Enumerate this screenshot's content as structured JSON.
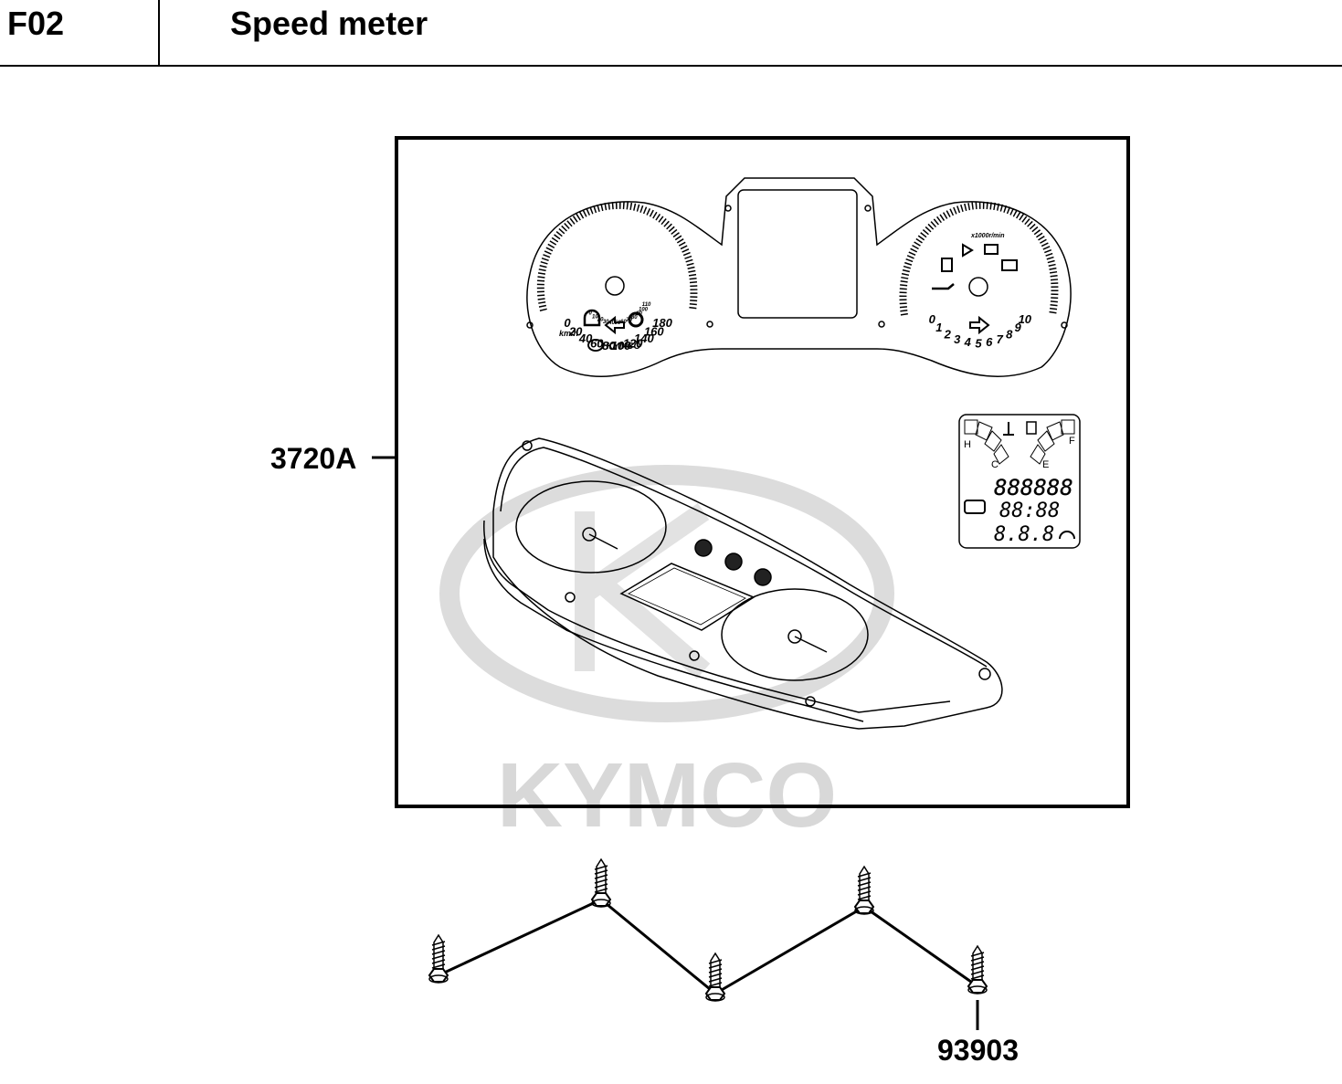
{
  "header": {
    "section_code": "F02",
    "section_title": "Speed meter"
  },
  "watermark": {
    "brand": "KYMCO"
  },
  "parts": [
    {
      "part_no": "3720A"
    },
    {
      "part_no": "93903"
    }
  ],
  "speedometer_face": {
    "kmh_scale": [
      "0",
      "20",
      "40",
      "60",
      "80",
      "100",
      "120",
      "140",
      "160",
      "180"
    ],
    "mph_scale": [
      "0",
      "10",
      "20",
      "30",
      "40",
      "50",
      "60",
      "70",
      "80",
      "90",
      "100",
      "110"
    ],
    "speed_unit": "km/h",
    "logo_text": "KYMCO"
  },
  "tachometer_face": {
    "rpm_scale": [
      "0",
      "1",
      "2",
      "3",
      "4",
      "5",
      "6",
      "7",
      "8",
      "9",
      "10"
    ],
    "rpm_unit": "x1000r/min"
  },
  "lcd_panel": {
    "temp_low": "C",
    "temp_high": "H",
    "fuel_empty": "E",
    "fuel_full": "F",
    "odometer": "888888",
    "clock": "88:88",
    "small_display": "8.8.8"
  },
  "icons": [
    "tpms-icon",
    "left-turn-arrow-icon",
    "right-turn-arrow-icon",
    "fuel-icon",
    "high-beam-icon",
    "engine-icon",
    "battery-icon",
    "oil-icon",
    "coolant-temp-icon",
    "check-engine-icon"
  ]
}
